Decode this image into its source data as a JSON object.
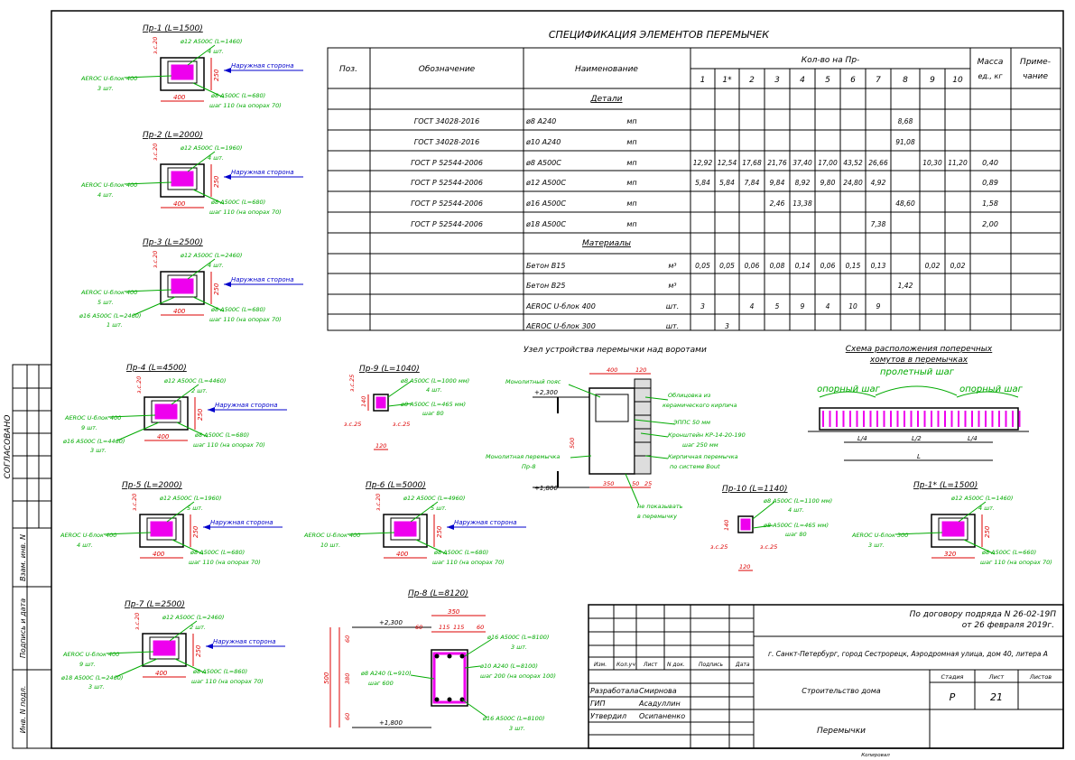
{
  "spec": {
    "title": "СПЕЦИФИКАЦИЯ ЭЛЕМЕНТОВ ПЕРЕМЫЧЕК",
    "headers": {
      "pos": "Поз.",
      "designation": "Обозначение",
      "name": "Наименование",
      "qty": "Кол-во на Пр-",
      "mass": "Масса ед., кг",
      "note": "Приме-чание"
    },
    "cols": [
      "1",
      "1*",
      "2",
      "3",
      "4",
      "5",
      "6",
      "7",
      "8",
      "9",
      "10"
    ],
    "section_parts": "Детали",
    "section_materials": "Материалы",
    "rows": [
      {
        "des": "ГОСТ 34028-2016",
        "name": "ø8 А240",
        "unit": "мп",
        "v": [
          "",
          "",
          "",
          "",
          "",
          "",
          "",
          "",
          "8,68",
          "",
          ""
        ],
        "mass": ""
      },
      {
        "des": "ГОСТ 34028-2016",
        "name": "ø10 А240",
        "unit": "мп",
        "v": [
          "",
          "",
          "",
          "",
          "",
          "",
          "",
          "",
          "91,08",
          "",
          ""
        ],
        "mass": ""
      },
      {
        "des": "ГОСТ Р 52544-2006",
        "name": "ø8 А500С",
        "unit": "мп",
        "v": [
          "12,92",
          "12,54",
          "17,68",
          "21,76",
          "37,40",
          "17,00",
          "43,52",
          "26,66",
          "",
          "10,30",
          "11,20"
        ],
        "mass": "0,40"
      },
      {
        "des": "ГОСТ Р 52544-2006",
        "name": "ø12 А500С",
        "unit": "мп",
        "v": [
          "5,84",
          "5,84",
          "7,84",
          "9,84",
          "8,92",
          "9,80",
          "24,80",
          "4,92",
          "",
          "",
          ""
        ],
        "mass": "0,89"
      },
      {
        "des": "ГОСТ Р 52544-2006",
        "name": "ø16 А500С",
        "unit": "мп",
        "v": [
          "",
          "",
          "",
          "2,46",
          "13,38",
          "",
          "",
          "",
          "48,60",
          "",
          ""
        ],
        "mass": "1,58"
      },
      {
        "des": "ГОСТ Р 52544-2006",
        "name": "ø18 А500С",
        "unit": "мп",
        "v": [
          "",
          "",
          "",
          "",
          "",
          "",
          "",
          "7,38",
          "",
          "",
          ""
        ],
        "mass": "2,00"
      }
    ],
    "materials": [
      {
        "name": "Бетон В15",
        "unit": "м³",
        "v": [
          "0,05",
          "0,05",
          "0,06",
          "0,08",
          "0,14",
          "0,06",
          "0,15",
          "0,13",
          "",
          "0,02",
          "0,02"
        ]
      },
      {
        "name": "Бетон В25",
        "unit": "м³",
        "v": [
          "",
          "",
          "",
          "",
          "",
          "",
          "",
          "",
          "1,42",
          "",
          ""
        ]
      },
      {
        "name": "AEROC U-блок 400",
        "unit": "шт.",
        "v": [
          "3",
          "",
          "4",
          "5",
          "9",
          "4",
          "10",
          "9",
          "",
          "",
          ""
        ]
      },
      {
        "name": "AEROC U-блок 300",
        "unit": "шт.",
        "v": [
          "",
          "3",
          "",
          "",
          "",
          "",
          "",
          "",
          "",
          "",
          ""
        ]
      }
    ]
  },
  "lintels": [
    {
      "id": "pr1",
      "title": "Пр-1 (L=1500)",
      "bar_top": "ø12 А500С (L=1460)",
      "bar_top_qty": "4 шт.",
      "block": "AEROC U-блок 400",
      "block_qty": "3 шт.",
      "bar_bot": "",
      "bar_bot_qty": "",
      "stirrup": "ø8 А500С (L=680)",
      "stirrup_step": "шаг 110 (на опорах 70)",
      "width": "400",
      "height": "250",
      "cover": "з.с.20",
      "side": "Наружная сторона"
    },
    {
      "id": "pr2",
      "title": "Пр-2 (L=2000)",
      "bar_top": "ø12 А500С (L=1960)",
      "bar_top_qty": "4 шт.",
      "block": "AEROC U-блок 400",
      "block_qty": "4 шт.",
      "bar_bot": "",
      "bar_bot_qty": "",
      "stirrup": "ø8 А500С (L=680)",
      "stirrup_step": "шаг 110 (на опорах 70)",
      "width": "400",
      "height": "250",
      "cover": "з.с.20",
      "side": "Наружная сторона"
    },
    {
      "id": "pr3",
      "title": "Пр-3 (L=2500)",
      "bar_top": "ø12 А500С (L=2460)",
      "bar_top_qty": "4 шт.",
      "block": "AEROC U-блок 400",
      "block_qty": "5 шт.",
      "bar_bot": "ø16 А500С (L=2460)",
      "bar_bot_qty": "1 шт.",
      "stirrup": "ø8 А500С (L=680)",
      "stirrup_step": "шаг 110 (на опорах 70)",
      "width": "400",
      "height": "250",
      "cover": "з.с.20",
      "side": "Наружная сторона"
    },
    {
      "id": "pr4",
      "title": "Пр-4 (L=4500)",
      "bar_top": "ø12 А500С (L=4460)",
      "bar_top_qty": "2 шт.",
      "block": "AEROC U-блок 400",
      "block_qty": "9 шт.",
      "bar_bot": "ø16 А500С (L=4460)",
      "bar_bot_qty": "3 шт.",
      "stirrup": "ø8 А500С (L=680)",
      "stirrup_step": "шаг 110 (на опорах 70)",
      "width": "400",
      "height": "250",
      "cover": "з.с.20",
      "side": "Наружная сторона"
    },
    {
      "id": "pr5",
      "title": "Пр-5 (L=2000)",
      "bar_top": "ø12 А500С (L=1960)",
      "bar_top_qty": "5 шт.",
      "block": "AEROC U-блок 400",
      "block_qty": "4 шт.",
      "bar_bot": "",
      "bar_bot_qty": "",
      "stirrup": "ø8 А500С (L=680)",
      "stirrup_step": "шаг 110 (на опорах 70)",
      "width": "400",
      "height": "250",
      "cover": "з.с.20",
      "side": "Наружная сторона"
    },
    {
      "id": "pr6",
      "title": "Пр-6 (L=5000)",
      "bar_top": "ø12 А500С (L=4960)",
      "bar_top_qty": "5 шт.",
      "block": "AEROC U-блок 400",
      "block_qty": "10 шт.",
      "bar_bot": "",
      "bar_bot_qty": "",
      "stirrup": "ø8 А500С (L=680)",
      "stirrup_step": "шаг 110 (на опорах 70)",
      "width": "400",
      "height": "250",
      "cover": "з.с.20",
      "side": "Наружная сторона"
    },
    {
      "id": "pr7",
      "title": "Пр-7 (L=2500)",
      "bar_top": "ø12 А500С (L=2460)",
      "bar_top_qty": "2 шт.",
      "block": "AEROC U-блок 400",
      "block_qty": "9 шт.",
      "bar_bot": "ø18 А500С (L=2460)",
      "bar_bot_qty": "3 шт.",
      "stirrup": "ø8 А500С (L=860)",
      "stirrup_step": "шаг 110 (на опорах 70)",
      "width": "400",
      "height": "250",
      "cover": "з.с.20",
      "side": "Наружная сторона"
    },
    {
      "id": "pr1s",
      "title": "Пр-1* (L=1500)",
      "bar_top": "ø12 А500С (L=1460)",
      "bar_top_qty": "4 шт.",
      "block": "AEROC U-блок 300",
      "block_qty": "3 шт.",
      "bar_bot": "",
      "bar_bot_qty": "",
      "stirrup": "ø8 А500С (L=660)",
      "stirrup_step": "шаг 110 (на опорах 70)",
      "width": "320",
      "height": "250",
      "cover": "",
      "side": ""
    }
  ],
  "pr9": {
    "title": "Пр-9 (L=1040)",
    "bar1": "ø8 А500С (L=1000 мм)",
    "bar1_qty": "4 шт.",
    "bar2": "ø8 А500С (L=465 мм)",
    "bar2_step": "шаг 80",
    "cover": "з.с.25",
    "top_cover": "з.с.25",
    "h": "140",
    "w": "120"
  },
  "pr10": {
    "title": "Пр-10 (L=1140)",
    "bar1": "ø8 А500С (L=1100 мм)",
    "bar1_qty": "4 шт.",
    "bar2": "ø8 А500С (L=465 мм)",
    "bar2_step": "шаг 80",
    "cover": "з.с.25",
    "h": "140",
    "w": "120"
  },
  "pr8": {
    "title": "Пр-8 (L=8120)",
    "level_top": "+2,300",
    "level_bot": "+1,800",
    "bar_top": "ø16 А500С (L=8100)",
    "bar_top_qty": "3 шт.",
    "bar_mid": "ø10 А240 (L=8100)",
    "bar_mid_step": "шаг 200 (на опорах 100)",
    "bar_left": "ø8 А240 (L=910)",
    "bar_left_step": "шаг 600",
    "bar_bot": "ø16 А500С (L=8100)",
    "bar_bot_qty": "3 шт.",
    "dims_top": [
      "60",
      "115",
      "115",
      "60"
    ],
    "dim_width": "350",
    "dims_left": [
      "60",
      "380",
      "60"
    ],
    "dim_height": "500"
  },
  "gate": {
    "title": "Узел устройства перемычки над воротами",
    "belt": "Монолитный пояс",
    "level_top": "+2,300",
    "level_bot": "+1,800",
    "brick": "Облицовка из керамического кирпича",
    "eps": "ЭППС 50 мм",
    "anchor": "Кронштейн КР-14-20-190",
    "anchor_step": "шаг 250 мм",
    "lintel": "Монолитная перемычка Пр-8",
    "brick_lintel": "Кирпичная перемычка по системе Bout",
    "note": "не показывать в перемычку",
    "dims": [
      "400",
      "120",
      "500",
      "350",
      "50",
      "25"
    ]
  },
  "scheme": {
    "title": "Схема расположения поперечных хомутов в перемычках",
    "support_left": "опорный шаг",
    "support_right": "опорный шаг",
    "span": "пролетный шаг",
    "dims": [
      "L/4",
      "L/2",
      "L/4",
      "L"
    ]
  },
  "stamp": {
    "contract": "По договору подряда N 26-02-19П",
    "contract_date": "от 26 февраля 2019г.",
    "address": "г. Санкт-Петербург, город Сестрорецк, Аэродромная улица, дом 40, литера А",
    "object": "Строительство дома",
    "sheet_title": "Перемычки",
    "stage_label": "Стадия",
    "sheet_label": "Лист",
    "sheets_label": "Листов",
    "stage": "Р",
    "sheet": "21",
    "col_labels": [
      "Изм.",
      "Кол.уч",
      "Лист",
      "N док.",
      "Подпись",
      "Дата"
    ],
    "people": [
      [
        "Разработала",
        "Смирнова"
      ],
      [
        "ГИП",
        "Асадуллин"
      ],
      [
        "Утвердил",
        "Осипаненко"
      ]
    ],
    "format": "Копировал"
  },
  "side_stamp": {
    "approved": "СОГЛАСОВАНО",
    "vzam": "Взам. инв. N",
    "signdate": "Подпись и дата",
    "invn": "Инв. N подл."
  }
}
